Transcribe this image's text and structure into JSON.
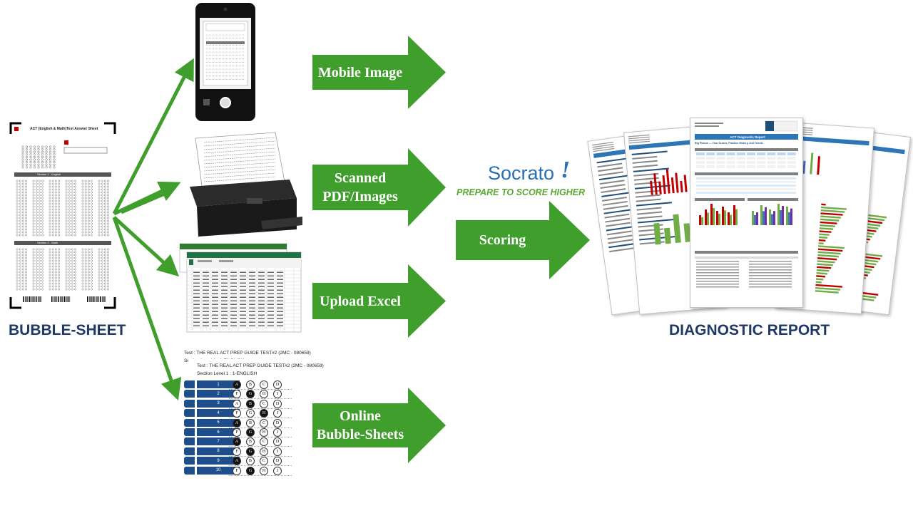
{
  "labels": {
    "bubble_sheet": "BUBBLE-SHEET",
    "diagnostic_report": "DIAGNOSTIC REPORT"
  },
  "arrows": {
    "mobile": "Mobile Image",
    "scanned_line1": "Scanned",
    "scanned_line2": "PDF/Images",
    "excel": "Upload Excel",
    "online_line1": "Online",
    "online_line2": "Bubble-Sheets",
    "scoring": "Scoring"
  },
  "socrato": {
    "name": "Socrato",
    "mark": "!",
    "tagline": "PREPARE TO SCORE HIGHER"
  },
  "bubble_sheet_doc": {
    "title": "ACT (English & Math)Test Answer Sheet",
    "section1": "Section 1 - English",
    "section2": "Section 2 - Math"
  },
  "online_sheet": {
    "test_line": "Test : THE REAL ACT PREP GUIDE TEST#2 (2MC - 080659)",
    "section_line": "Section Level 1 : 1-ENGLISH",
    "rows": [
      {
        "num": "1",
        "opts": [
          "A",
          "B",
          "C",
          "D"
        ],
        "sel": 0
      },
      {
        "num": "2",
        "opts": [
          "F",
          "G",
          "H",
          "J"
        ],
        "sel": 1
      },
      {
        "num": "3",
        "opts": [
          "A",
          "B",
          "C",
          "D"
        ],
        "sel": 1
      },
      {
        "num": "4",
        "opts": [
          "F",
          "G",
          "H",
          "J"
        ],
        "sel": 2
      },
      {
        "num": "5",
        "opts": [
          "A",
          "B",
          "C",
          "D"
        ],
        "sel": 0
      },
      {
        "num": "6",
        "opts": [
          "F",
          "G",
          "H",
          "J"
        ],
        "sel": 1
      },
      {
        "num": "7",
        "opts": [
          "A",
          "B",
          "C",
          "D"
        ],
        "sel": 0
      },
      {
        "num": "8",
        "opts": [
          "F",
          "G",
          "H",
          "J"
        ],
        "sel": 1
      },
      {
        "num": "9",
        "opts": [
          "A",
          "B",
          "C",
          "D"
        ],
        "sel": 0
      },
      {
        "num": "10",
        "opts": [
          "F",
          "G",
          "H",
          "J"
        ],
        "sel": 1
      }
    ]
  },
  "report": {
    "title": "ACT Diagnostic Report",
    "subtitle": "Big Picture — Your Scores, Practice History, and Trends"
  },
  "colors": {
    "green": "#3f9e2c",
    "navy": "#1f3864",
    "socrato_blue": "#2a6fb5",
    "socrato_green": "#5aa832"
  }
}
